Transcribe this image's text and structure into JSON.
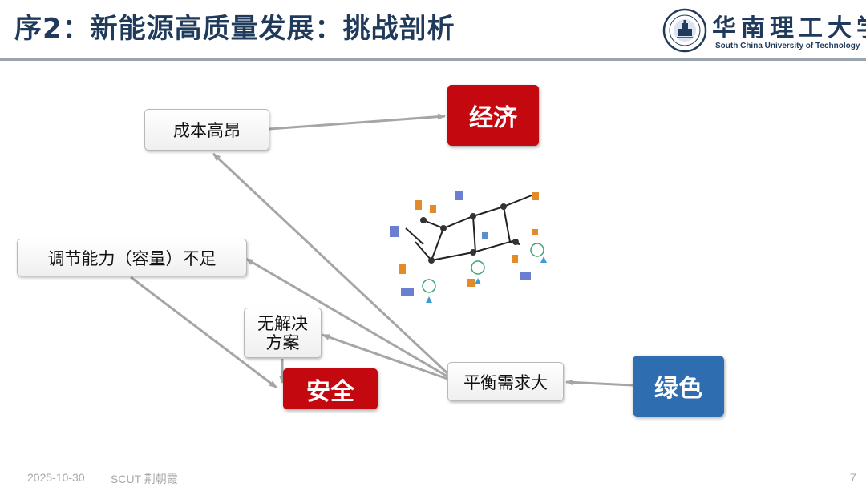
{
  "header": {
    "title": "序2：新能源高质量发展：挑战剖析",
    "logo_cn": "华南理工大学",
    "logo_en": "South China University of Technology"
  },
  "diagram": {
    "nodes": {
      "cost": "成本高昂",
      "economy": "经济",
      "regulation": "调节能力（容量）不足",
      "no_solution_line1": "无解决",
      "no_solution_line2": "方案",
      "safety": "安全",
      "balance": "平衡需求大",
      "green": "绿色"
    },
    "edges": [
      {
        "from": "cost",
        "to": "economy"
      },
      {
        "from": "balance",
        "to": "cost"
      },
      {
        "from": "balance",
        "to": "regulation"
      },
      {
        "from": "balance",
        "to": "no_solution"
      },
      {
        "from": "green",
        "to": "balance"
      },
      {
        "from": "regulation",
        "to": "safety"
      },
      {
        "from": "no_solution",
        "to": "safety"
      }
    ]
  },
  "footer": {
    "date": "2025-10-30",
    "author": "SCUT 荆朝霞",
    "page": "7"
  },
  "colors": {
    "title": "#1f3a5a",
    "red_node": "#c4080f",
    "blue_node": "#2e6eb0",
    "arrow": "#a6a6a6"
  }
}
